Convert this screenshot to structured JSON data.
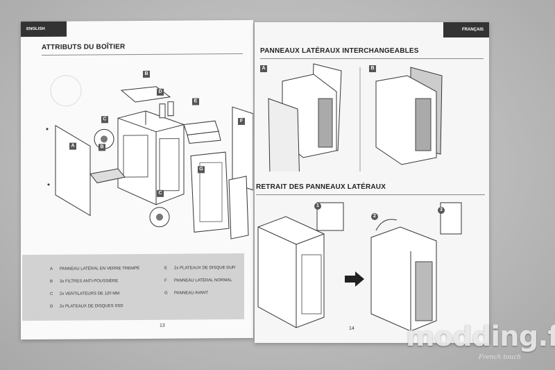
{
  "left_page": {
    "tab": "ENGLISH",
    "title": "ATTRIBUTS DU BOÎTIER",
    "legend": [
      {
        "letter": "A",
        "text": "PANNEAU LATÉRAL EN VERRE TREMPÉ"
      },
      {
        "letter": "B",
        "text": "3x FILTRES ANTI-POUSSIÈRE"
      },
      {
        "letter": "C",
        "text": "2x VENTILATEURS DE 120 MM"
      },
      {
        "letter": "D",
        "text": "2x PLATEAUX DE DISQUES SSD"
      },
      {
        "letter": "E",
        "text": "2x PLATEAUX DE DISQUE DUR"
      },
      {
        "letter": "F",
        "text": "PANNEAU LATÉRAL NORMAL"
      },
      {
        "letter": "G",
        "text": "PANNEAU AVANT"
      }
    ],
    "page_number": "13",
    "callouts": [
      "A",
      "B",
      "B",
      "C",
      "C",
      "D",
      "E",
      "F",
      "G"
    ]
  },
  "right_page": {
    "tab": "FRANÇAIS",
    "title1": "PANNEAUX LATÉRAUX INTERCHANGEABLES",
    "title2": "RETRAIT DES PANNEAUX LATÉRAUX",
    "panel_labels": [
      "A",
      "B"
    ],
    "steps": [
      "1",
      "2",
      "3"
    ],
    "page_number": "14"
  },
  "watermark": {
    "brand": "modding.fr",
    "tagline": "French touch"
  }
}
